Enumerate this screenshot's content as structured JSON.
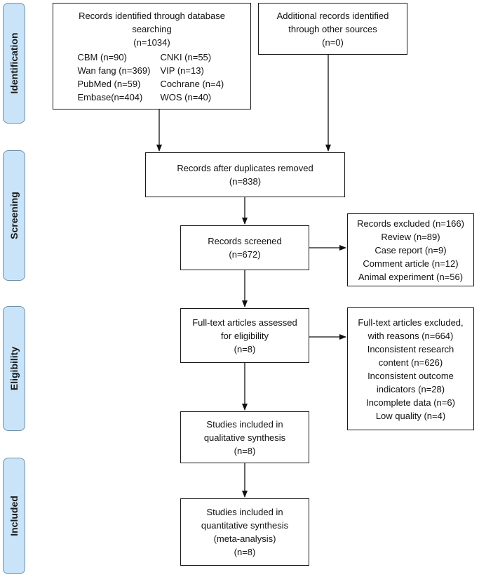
{
  "phases": {
    "identification": "Identification",
    "screening": "Screening",
    "eligibility": "Eligibility",
    "included": "Included"
  },
  "boxes": {
    "db_search": {
      "title_1": "Records identified through database",
      "title_2": "searching",
      "count": "(n=1034)",
      "sources": [
        "CBM (n=90)",
        "CNKI (n=55)",
        "Wan fang (n=369)",
        "VIP (n=13)",
        "PubMed (n=59)",
        "Cochrane (n=4)",
        "Embase(n=404)",
        "WOS (n=40)"
      ]
    },
    "other_sources": {
      "title_1": "Additional records identified",
      "title_2": "through other sources",
      "count": "(n=0)"
    },
    "after_duplicates": {
      "title": "Records after duplicates removed",
      "count": "(n=838)"
    },
    "screened": {
      "title": "Records screened",
      "count": "(n=672)"
    },
    "excluded": {
      "lines": [
        "Records excluded (n=166)",
        "Review (n=89)",
        "Case report (n=9)",
        "Comment article (n=12)",
        "Animal experiment (n=56)"
      ]
    },
    "full_text": {
      "title_1": "Full-text articles assessed",
      "title_2": "for eligibility",
      "count": "(n=8)"
    },
    "full_text_excluded": {
      "lines": [
        "Full-text articles excluded,",
        "with reasons (n=664)",
        "Inconsistent research",
        "content (n=626)",
        "Inconsistent outcome",
        "indicators (n=28)",
        "Incomplete data (n=6)",
        "Low quality (n=4)"
      ]
    },
    "qualitative": {
      "title_1": "Studies included in",
      "title_2": "qualitative synthesis",
      "count": "(n=8)"
    },
    "quantitative": {
      "title_1": "Studies included in",
      "title_2": "quantitative synthesis",
      "title_3": "(meta-analysis)",
      "count": "(n=8)"
    }
  }
}
